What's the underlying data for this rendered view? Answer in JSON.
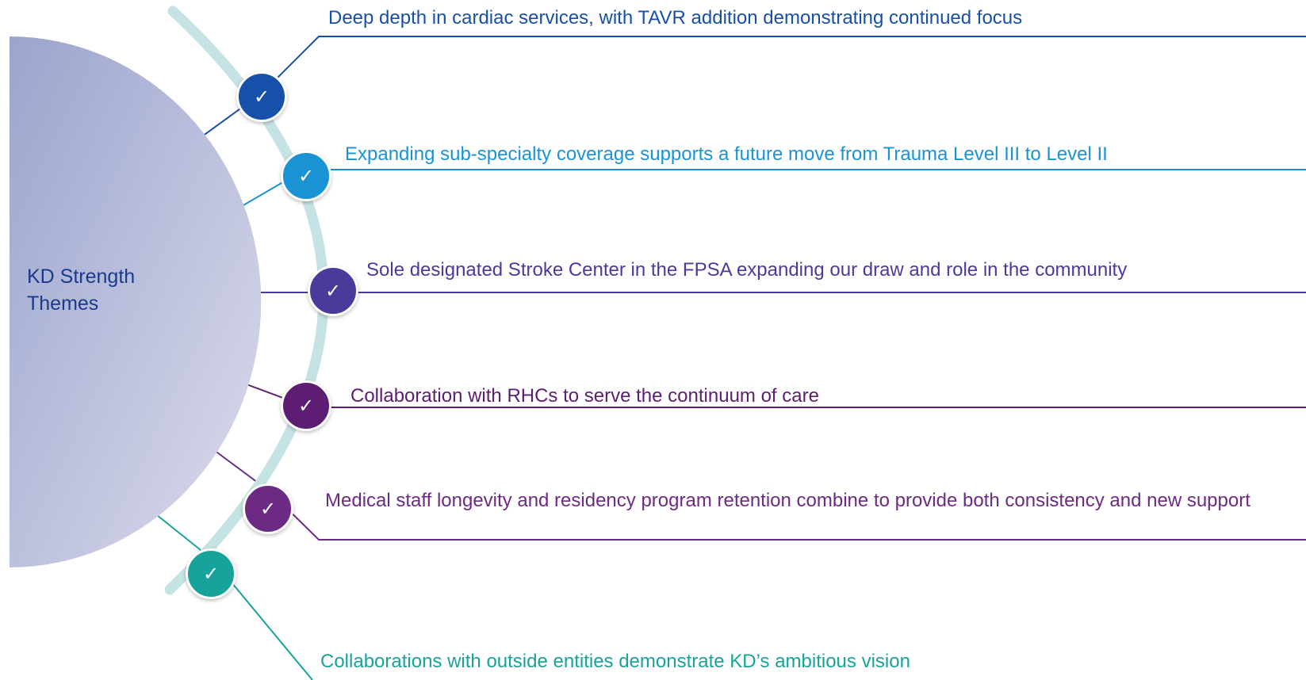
{
  "title": {
    "line1": "KD Strength",
    "line2": "Themes",
    "color": "#1a3a8c"
  },
  "items": [
    {
      "text": "Deep depth in cardiac services, with TAVR addition demonstrating continued focus",
      "color": "#1750a8",
      "icon": "check-icon"
    },
    {
      "text": "Expanding sub-specialty coverage supports a future move from Trauma Level III to Level II",
      "color": "#1a93d5",
      "icon": "check-icon"
    },
    {
      "text": "Sole designated Stroke Center in the FPSA expanding our draw and role in the community",
      "color": "#4a3a9c",
      "icon": "check-icon"
    },
    {
      "text": "Collaboration with RHCs to serve the continuum of care",
      "color": "#5c1d72",
      "icon": "check-icon"
    },
    {
      "text": "Medical staff longevity and residency program retention combine to provide both consistency and new support",
      "color": "#6d2a84",
      "icon": "check-icon"
    },
    {
      "text": "Collaborations with outside entities demonstrate KD’s ambitious vision",
      "color": "#17a39b",
      "icon": "check-icon"
    }
  ],
  "check_glyph": "✓",
  "arc_color": "#c5e3e5",
  "half_circle_gradient": [
    "#9ba4cd",
    "#dcdcec"
  ]
}
